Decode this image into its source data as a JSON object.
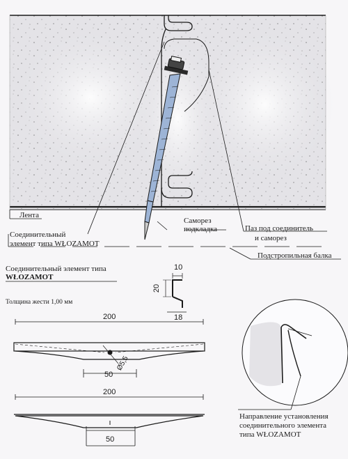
{
  "labels": {
    "tape": "Лента",
    "connector_line1": "Соединительный",
    "connector_line2": "элемент типа",
    "connector_brand": "WŁOZAMOT",
    "screw_line1": "Саморез",
    "screw_line2": "подкладка",
    "groove_line1": "Паз под соединитель",
    "groove_line2": "и саморез",
    "rafter": "Подстропильная балка",
    "detail_title_line1": "Соединительный элемент типа",
    "detail_title_line2": "WŁOZAMOT",
    "thickness": "Толщина жести  1,00 мм",
    "direction_line1": "Направление установления",
    "direction_line2": "соединительного элемента",
    "direction_line3": "типа WŁOZAMOT"
  },
  "dimensions": {
    "profile_top": "10",
    "profile_side": "20",
    "profile_bottom": "18",
    "length_top": "200",
    "hole_spacing_top": "50",
    "hole_diameter": "Ø5,5",
    "length_bottom": "200",
    "hole_spacing_bottom": "50"
  },
  "colors": {
    "panel_fill": "#e4e3e7",
    "screw_thread": "#9db4d6",
    "ink": "#1a1a1a"
  }
}
